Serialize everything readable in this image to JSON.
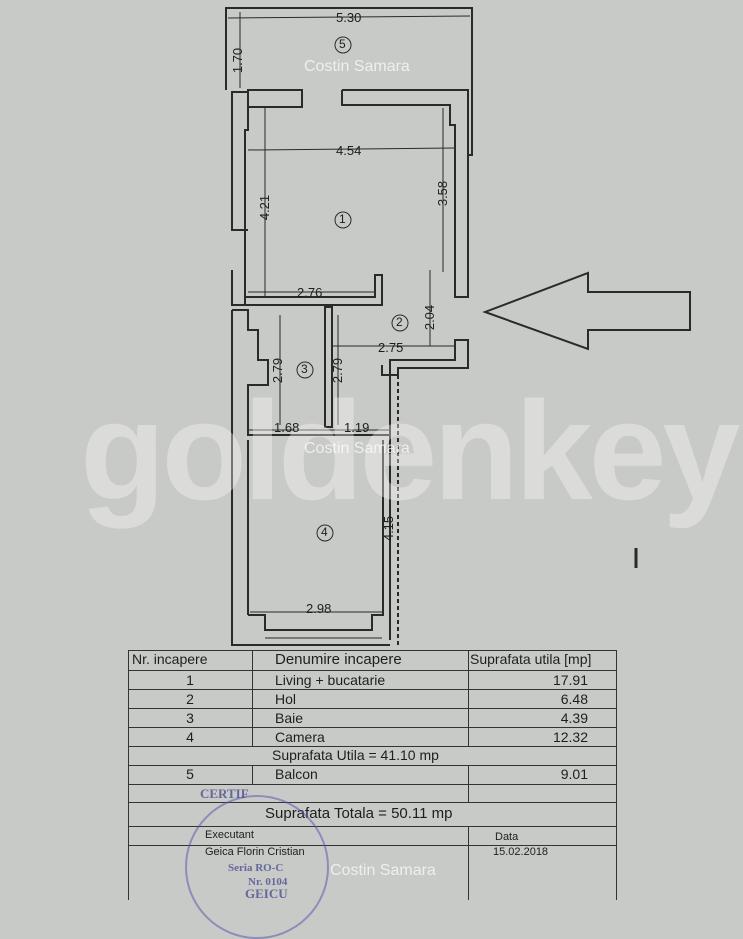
{
  "plan": {
    "dims": {
      "balcony_width": "5.30",
      "balcony_depth": "1.70",
      "living_width": "4.54",
      "living_depth_left": "4.21",
      "living_depth_right": "3.58",
      "living_bottom": "2.76",
      "hall_depth": "2.04",
      "hall_width": "2.75",
      "bath_depth": "2.79",
      "bath_depth2": "2.79",
      "bath_width": "1.68",
      "hall_width2": "1.19",
      "room4_depth": "4.15",
      "room4_width": "2.98"
    },
    "room_numbers": [
      "1",
      "2",
      "3",
      "4",
      "5"
    ]
  },
  "watermarks": {
    "brand": "goldenkey",
    "author": "Costin Samara"
  },
  "table": {
    "headers": [
      "Nr. incapere",
      "Denumire incapere",
      "Suprafata utila [mp]"
    ],
    "rows": [
      {
        "nr": "1",
        "name": "Living + bucatarie",
        "area": "17.91"
      },
      {
        "nr": "2",
        "name": "Hol",
        "area": "6.48"
      },
      {
        "nr": "3",
        "name": "Baie",
        "area": "4.39"
      },
      {
        "nr": "4",
        "name": "Camera",
        "area": "12.32"
      }
    ],
    "subtotal": "Suprafata Utila = 41.10 mp",
    "balcony": {
      "nr": "5",
      "name": "Balcon",
      "area": "9.01"
    },
    "total": "Suprafata Totala = 50.11 mp",
    "executant_label": "Executant",
    "executant_name": "Geica Florin Cristian",
    "date_label": "Data",
    "date": "15.02.2018"
  },
  "stamp": {
    "line1": "CERTIF",
    "line2": "Seria RO-C",
    "line3": "Nr. 0104",
    "line4": "GEICU"
  }
}
